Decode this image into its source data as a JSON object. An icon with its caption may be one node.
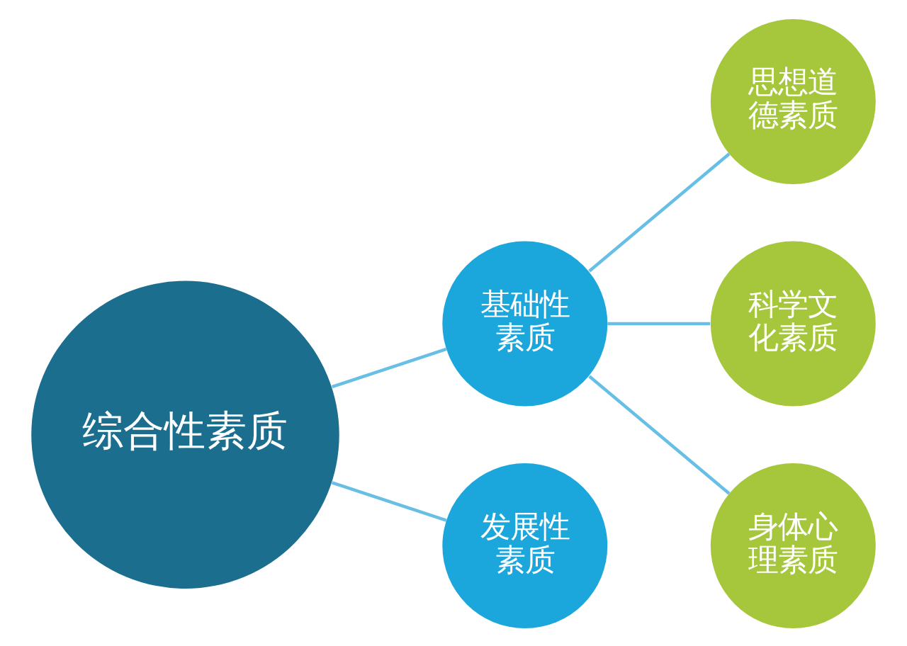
{
  "diagram": {
    "nodes": [
      {
        "text": [
          "综合性素质"
        ]
      },
      {
        "text": [
          "基础性素质"
        ]
      },
      {
        "text": [
          "发展性素质"
        ]
      },
      {
        "text": [
          "思想道德素质"
        ]
      },
      {
        "text": [
          "科学文化素质"
        ]
      },
      {
        "text": [
          "身体心理素质"
        ]
      }
    ],
    "edges": [
      {
        "from": 0,
        "to": 1,
        "arrow": "none"
      },
      {
        "from": 0,
        "to": 2,
        "arrow": "none"
      },
      {
        "from": 1,
        "to": 3,
        "arrow": "none"
      },
      {
        "from": 1,
        "to": 4,
        "arrow": "none"
      },
      {
        "from": 1,
        "to": 5,
        "arrow": "none"
      }
    ]
  }
}
